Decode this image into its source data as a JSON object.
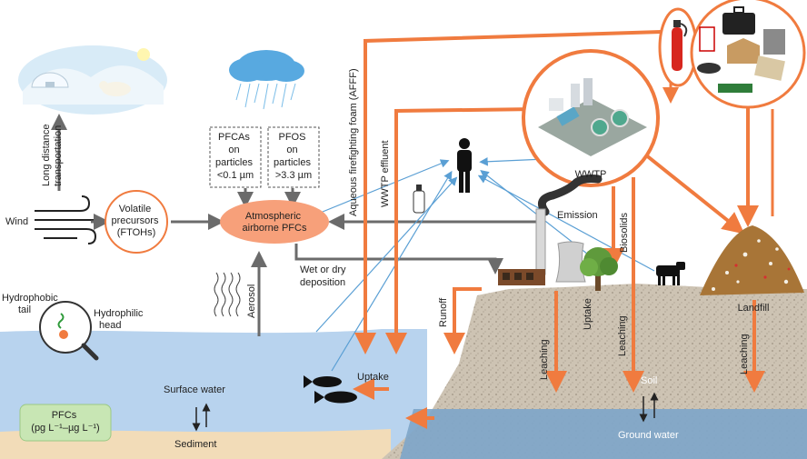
{
  "labels": {
    "long_distance": [
      "Long distance",
      "transportation"
    ],
    "wind": "Wind",
    "volatile": [
      "Volatile",
      "precursors",
      "(FTOHs)"
    ],
    "atmospheric": [
      "Atmospheric",
      "airborne PFCs"
    ],
    "pfcas": [
      "PFCAs",
      "on",
      "particles",
      "<0.1 µm"
    ],
    "pfos": [
      "PFOS",
      "on",
      "particles",
      ">3.3 µm"
    ],
    "afff": "Aqueous firefighting foam (AFFF)",
    "wwtp_effluent": "WWTP effluent",
    "wwtp": "WWTP",
    "emission": "Emission",
    "biosolids": "Biosolids",
    "wet_dry": [
      "Wet or dry",
      "deposition"
    ],
    "aerosol": "Aerosol",
    "runoff": "Runoff",
    "uptake_plant": "Uptake",
    "leaching": "Leaching",
    "landfill": "Landfill",
    "hydrophobic": [
      "Hydrophobic",
      "tail"
    ],
    "hydrophilic": [
      "Hydrophilic",
      "head"
    ],
    "surface_water": "Surface water",
    "sediment": "Sediment",
    "uptake_fish": "Uptake",
    "soil": "Soil",
    "ground_water": "Ground water",
    "pfcs_box": [
      "PFCs",
      "(pg L⁻¹–µg L⁻¹)"
    ]
  },
  "colors": {
    "orange": "#f07b3f",
    "grey_arrow": "#6b6b6b",
    "blue_arrow": "#5a9fd4",
    "water": "#b8d3ee",
    "soil": "#c9bfb0",
    "groundwater": "#7fa6c9",
    "ellipse_fill": "#f7a07a",
    "pfcs_box_fill": "#c8e6b4"
  }
}
